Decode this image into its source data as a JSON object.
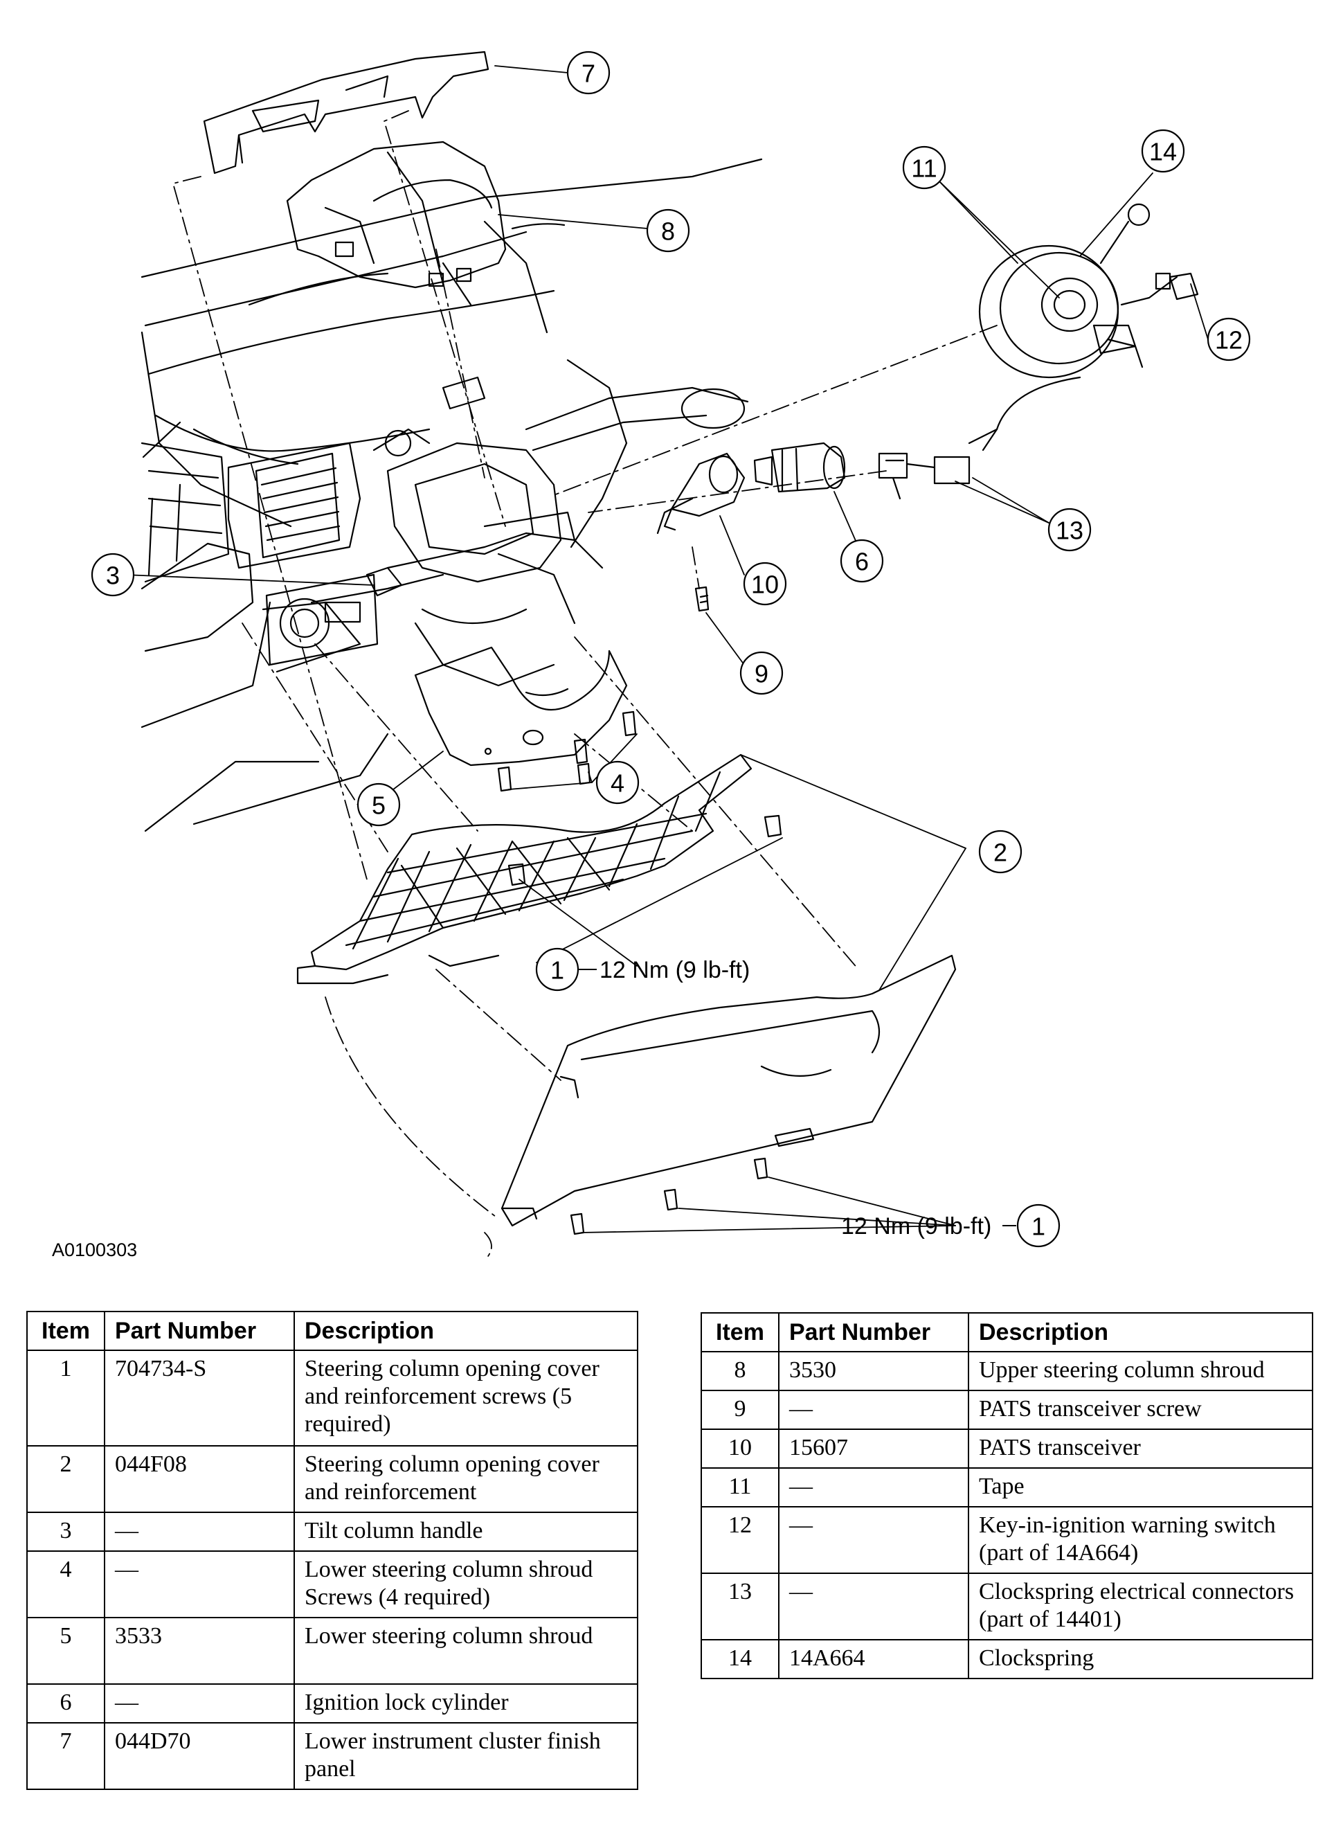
{
  "figure_id": "A0100303",
  "callouts": [
    "1",
    "2",
    "3",
    "4",
    "5",
    "6",
    "7",
    "8",
    "9",
    "10",
    "11",
    "12",
    "13",
    "14",
    "1"
  ],
  "torque_labels": {
    "upper": "12 Nm (9 lb-ft)",
    "lower": "12 Nm (9 lb-ft)"
  },
  "table_headers": {
    "item": "Item",
    "part_number": "Part Number",
    "description": "Description"
  },
  "parts_left": [
    {
      "item": "1",
      "part_number": "704734-S",
      "description": "Steering column opening cover and reinforcement screws (5 required)"
    },
    {
      "item": "2",
      "part_number": "044F08",
      "description": "Steering column opening cover and reinforcement"
    },
    {
      "item": "3",
      "part_number": "—",
      "description": "Tilt column handle"
    },
    {
      "item": "4",
      "part_number": "—",
      "description": "Lower steering column shroud Screws (4 required)"
    },
    {
      "item": "5",
      "part_number": "3533",
      "description": "Lower steering column shroud"
    },
    {
      "item": "6",
      "part_number": "—",
      "description": "Ignition lock cylinder"
    },
    {
      "item": "7",
      "part_number": "044D70",
      "description": "Lower instrument cluster finish panel"
    }
  ],
  "parts_right": [
    {
      "item": "8",
      "part_number": "3530",
      "description": "Upper steering column shroud"
    },
    {
      "item": "9",
      "part_number": "—",
      "description": "PATS transceiver screw"
    },
    {
      "item": "10",
      "part_number": "15607",
      "description": "PATS transceiver"
    },
    {
      "item": "11",
      "part_number": "—",
      "description": "Tape"
    },
    {
      "item": "12",
      "part_number": "—",
      "description": "Key-in-ignition warning switch (part of 14A664)"
    },
    {
      "item": "13",
      "part_number": "—",
      "description": "Clockspring electrical connectors (part of 14401)"
    },
    {
      "item": "14",
      "part_number": "14A664",
      "description": "Clockspring"
    }
  ]
}
